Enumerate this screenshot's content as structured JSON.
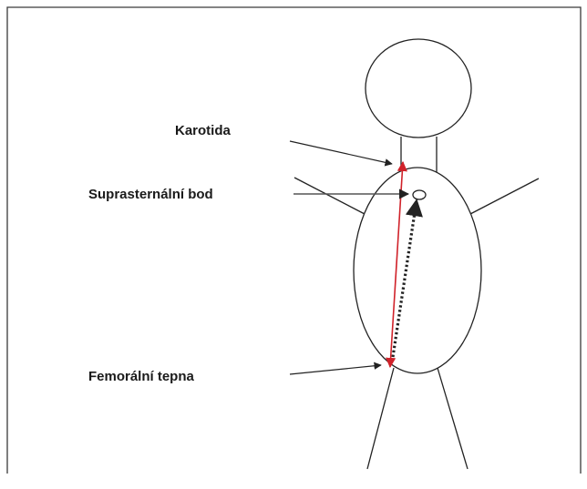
{
  "labels": {
    "carotid": "Karotida",
    "suprasternal": "Suprasternální bod",
    "femoral": "Femorální tepna"
  },
  "colors": {
    "outline": "#222222",
    "frame": "#3a3a3a",
    "measurement_red": "#d0222a",
    "dotted_path": "#222222"
  }
}
